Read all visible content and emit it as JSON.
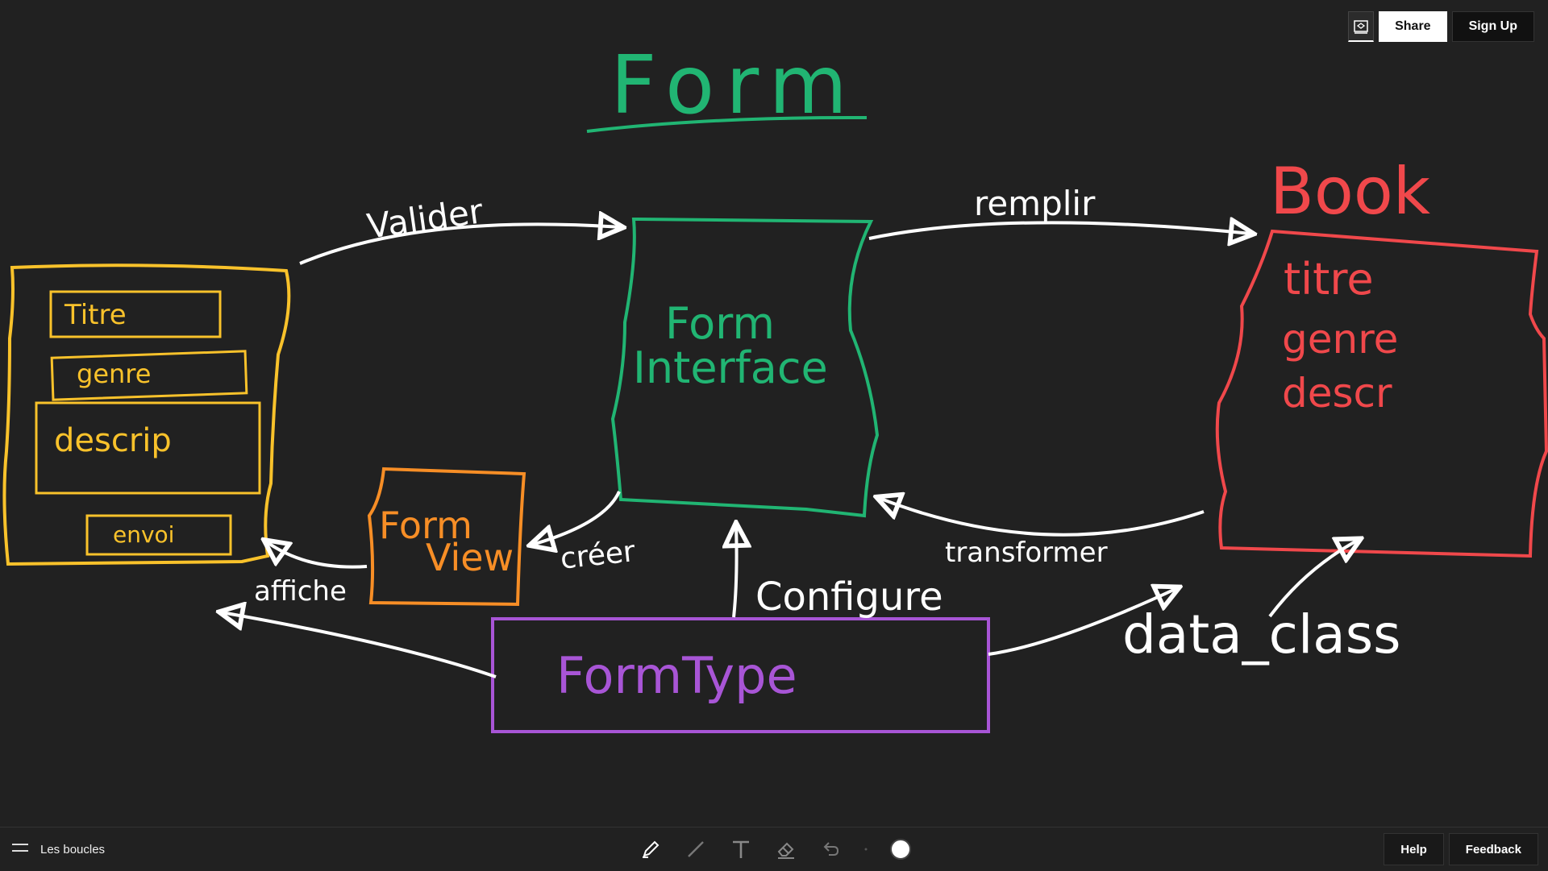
{
  "drawing": {
    "title": "Form",
    "validate_label": "Valider",
    "fill_label": "remplir",
    "book_title": "Book",
    "form_interface": [
      "Form",
      "Interface"
    ],
    "book_fields": [
      "titre",
      "genre",
      "descr"
    ],
    "form_fields": [
      "Titre",
      "genre",
      "descrip",
      "envoi"
    ],
    "form_view": [
      "Form",
      "View"
    ],
    "create_label": "créer",
    "display_label": "affiche",
    "configure_label": "Configure",
    "transform_label": "transformer",
    "form_type": "FormType",
    "data_class": "data_class",
    "colors": {
      "green": "#21b573",
      "yellow": "#f9c22b",
      "red": "#f0484b",
      "orange": "#f78e26",
      "purple": "#a855d6",
      "white": "#ffffff"
    }
  },
  "topbar": {
    "share_label": "Share",
    "signup_label": "Sign Up",
    "library_icon": "library-icon"
  },
  "bottombar": {
    "menu_icon": "hamburger-menu-icon",
    "board_name": "Les boucles",
    "tools": [
      "pencil-icon",
      "line-icon",
      "text-icon",
      "eraser-icon",
      "undo-icon",
      "dot-separator",
      "color-swatch"
    ],
    "help_label": "Help",
    "feedback_label": "Feedback"
  }
}
